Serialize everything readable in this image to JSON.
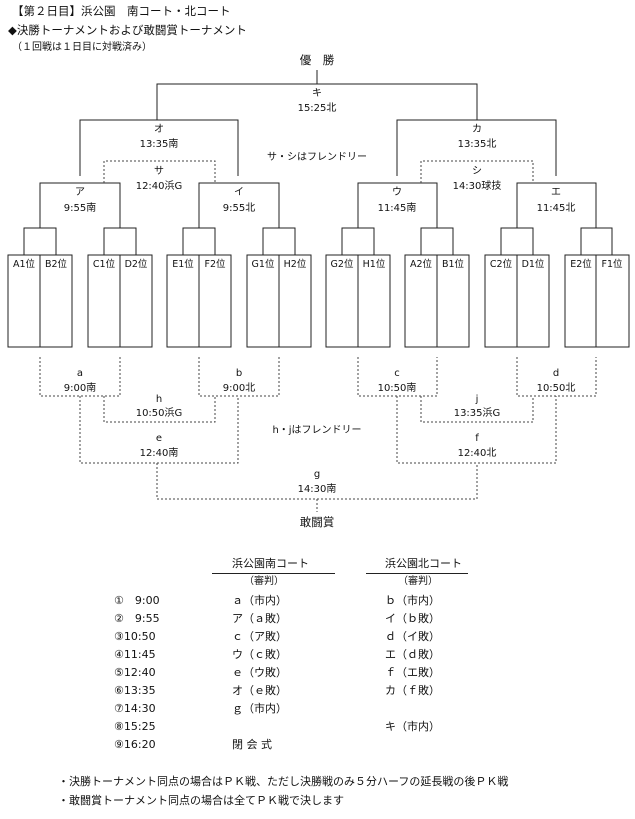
{
  "header": {
    "title": "【第２日目】浜公園　南コート・北コート",
    "subtitle": "◆決勝トーナメントおよび敢闘賞トーナメント",
    "note": "（１回戦は１日目に対戦済み）"
  },
  "main_bracket": {
    "label": "優　勝",
    "final": {
      "name": "キ",
      "time": "15:25北"
    },
    "semi_left": {
      "name": "オ",
      "time": "13:35南"
    },
    "semi_right": {
      "name": "カ",
      "time": "13:35北"
    },
    "friendly_note": "サ・シはフレンドリー",
    "sa": {
      "name": "サ",
      "time": "12:40浜G"
    },
    "shi": {
      "name": "シ",
      "time": "14:30球技"
    },
    "qf": [
      {
        "name": "ア",
        "time": "9:55南"
      },
      {
        "name": "イ",
        "time": "9:55北"
      },
      {
        "name": "ウ",
        "time": "11:45南"
      },
      {
        "name": "エ",
        "time": "11:45北"
      }
    ],
    "teams": [
      "A1位",
      "B2位",
      "C1位",
      "D2位",
      "E1位",
      "F2位",
      "G1位",
      "H2位",
      "G2位",
      "H1位",
      "A2位",
      "B1位",
      "C2位",
      "D1位",
      "E2位",
      "F1位"
    ]
  },
  "consolation_bracket": {
    "r1": [
      {
        "name": "a",
        "time": "9:00南"
      },
      {
        "name": "b",
        "time": "9:00北"
      },
      {
        "name": "c",
        "time": "10:50南"
      },
      {
        "name": "d",
        "time": "10:50北"
      }
    ],
    "h": {
      "name": "h",
      "time": "10:50浜G"
    },
    "j": {
      "name": "j",
      "time": "13:35浜G"
    },
    "e": {
      "name": "e",
      "time": "12:40南"
    },
    "f": {
      "name": "f",
      "time": "12:40北"
    },
    "friendly_note": "h・jはフレンドリー",
    "g": {
      "name": "g",
      "time": "14:30南"
    },
    "label": "敢闘賞"
  },
  "schedule": {
    "south_header": "浜公園南コート",
    "north_header": "浜公園北コート",
    "referee_label": "（審判）",
    "rows": [
      {
        "time": "①　9:00",
        "south": "ａ（市内）",
        "north": "ｂ（市内）"
      },
      {
        "time": "②　9:55",
        "south": "ア（ａ敗）",
        "north": "イ（ｂ敗）"
      },
      {
        "time": "③10:50",
        "south": "ｃ（ア敗）",
        "north": "ｄ（イ敗）"
      },
      {
        "time": "④11:45",
        "south": "ウ（ｃ敗）",
        "north": "エ（ｄ敗）"
      },
      {
        "time": "⑤12:40",
        "south": "ｅ（ウ敗）",
        "north": "ｆ（エ敗）"
      },
      {
        "time": "⑥13:35",
        "south": "オ（ｅ敗）",
        "north": "カ（ｆ敗）"
      },
      {
        "time": "⑦14:30",
        "south": "ｇ（市内）",
        "north": ""
      },
      {
        "time": "⑧15:25",
        "south": "",
        "north": "キ（市内）"
      },
      {
        "time": "⑨16:20",
        "south": "閉 会 式",
        "north": ""
      }
    ]
  },
  "notes": [
    "・決勝トーナメント同点の場合はＰＫ戦、ただし決勝戦のみ５分ハーフの延長戦の後ＰＫ戦",
    "・敢闘賞トーナメント同点の場合は全てＰＫ戦で決します"
  ]
}
